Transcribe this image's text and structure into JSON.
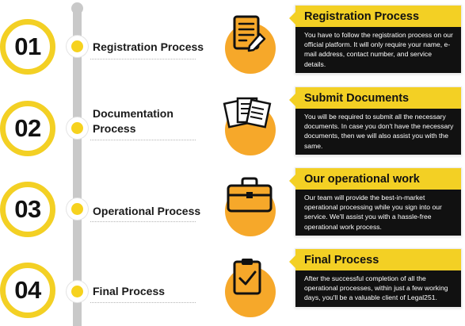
{
  "steps": [
    {
      "number": "01",
      "title_lines": [
        "Registration Process",
        ""
      ],
      "card_title": "Registration Process",
      "card_text": "You have to follow the registration process on our official platform. It will only require your name, e-mail address, contact number, and service details.",
      "icon": "document-edit-icon"
    },
    {
      "number": "02",
      "title_lines": [
        "Documentation",
        "Process"
      ],
      "card_title": "Submit Documents",
      "card_text": "You will be required to submit all the necessary documents. In case you don't have the necessary documents, then we will also assist you with the same.",
      "icon": "documents-stack-icon"
    },
    {
      "number": "03",
      "title_lines": [
        "Operational Process",
        ""
      ],
      "card_title": "Our operational work",
      "card_text": "Our team will provide the best-in-market operational processing while you sign into our service. We'll assist you with a hassle-free operational work process.",
      "icon": "briefcase-icon"
    },
    {
      "number": "04",
      "title_lines": [
        "Final Process",
        ""
      ],
      "card_title": "Final Process",
      "card_text": "After the successful completion of all the operational processes, within just a few working days, you'll be a valuable client of Legal251.",
      "icon": "clipboard-check-icon"
    }
  ],
  "colors": {
    "yellow": "#f3d024",
    "orange": "#f6a82a",
    "dark": "#111111",
    "line": "#c9c9c9"
  }
}
